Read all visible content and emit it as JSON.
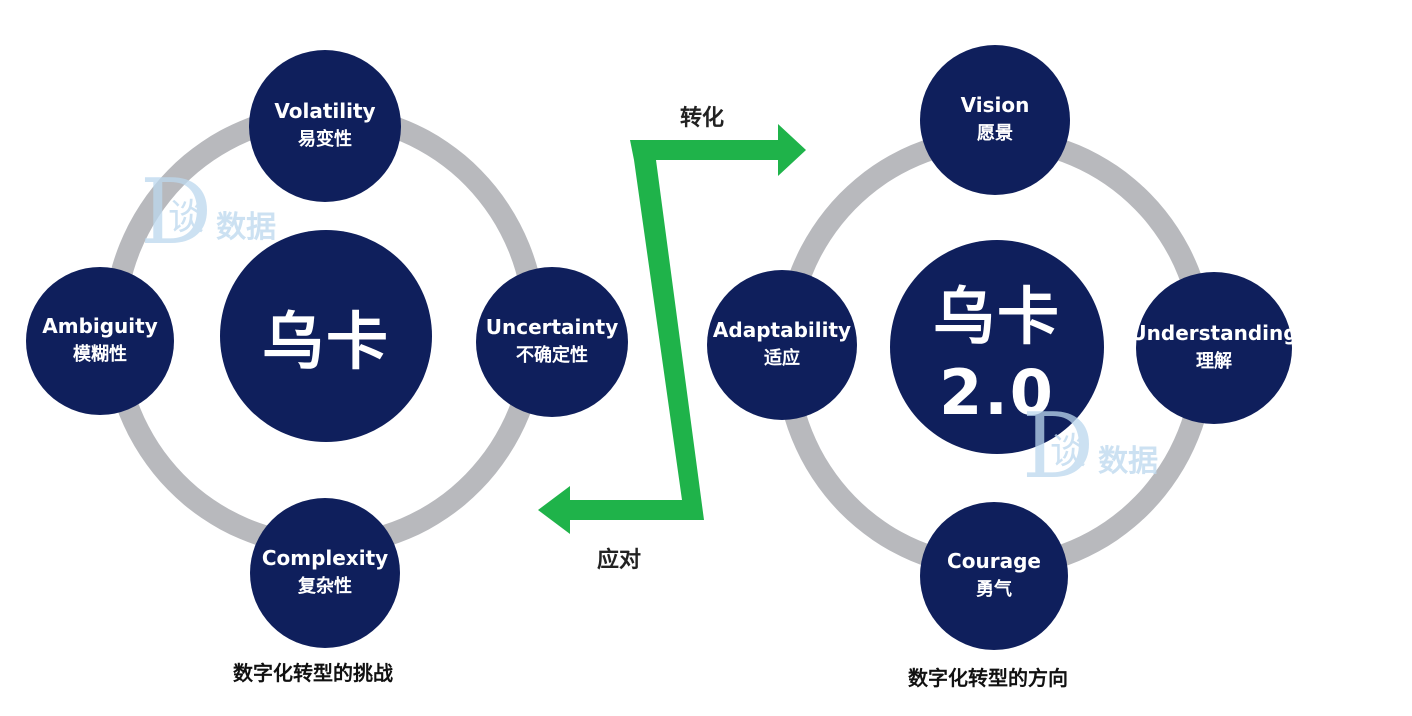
{
  "left_diagram": {
    "center": "乌卡",
    "nodes": {
      "top": {
        "en": "Volatility",
        "zh": "易变性"
      },
      "left": {
        "en": "Ambiguity",
        "zh": "模糊性"
      },
      "right": {
        "en": "Uncertainty",
        "zh": "不确定性"
      },
      "bottom": {
        "en": "Complexity",
        "zh": "复杂性"
      }
    },
    "caption": "数字化转型的挑战"
  },
  "right_diagram": {
    "center": "乌卡2.0",
    "nodes": {
      "top": {
        "en": "Vision",
        "zh": "愿景"
      },
      "left": {
        "en": "Adaptability",
        "zh": "适应"
      },
      "right": {
        "en": "Understanding",
        "zh": "理解"
      },
      "bottom": {
        "en": "Courage",
        "zh": "勇气"
      }
    },
    "caption": "数字化转型的方向"
  },
  "arrow": {
    "top_label": "转化",
    "bottom_label": "应对",
    "color": "#1fb34a"
  },
  "watermark": {
    "mark": "谈",
    "text": "数据"
  },
  "colors": {
    "node_fill": "#0f1f5c",
    "ring": "#b8b9bd",
    "text": "#ffffff"
  }
}
